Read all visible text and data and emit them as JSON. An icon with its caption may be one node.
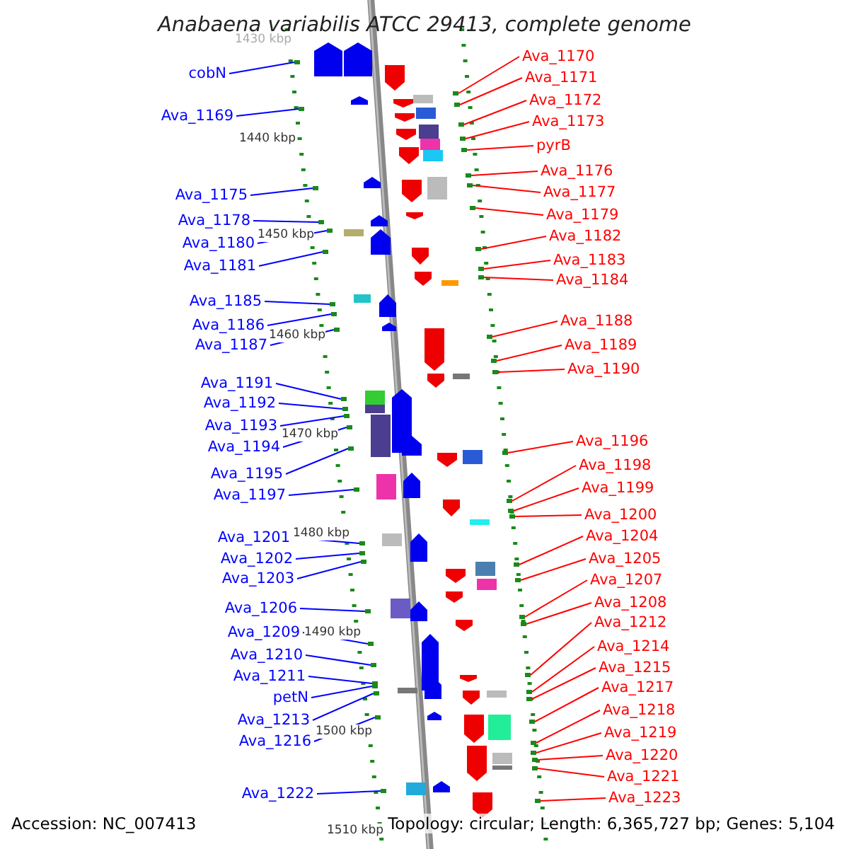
{
  "diagram": {
    "title": "Anabaena variabilis ATCC 29413, complete genome",
    "nodes": [
      {
        "text": [
          "cobN"
        ]
      },
      {
        "text": [
          "Ava_1169"
        ]
      },
      {
        "text": [
          "Ava_1175"
        ]
      },
      {
        "text": [
          "Ava_1178"
        ]
      },
      {
        "text": [
          "Ava_1180"
        ]
      },
      {
        "text": [
          "Ava_1181"
        ]
      },
      {
        "text": [
          "Ava_1185"
        ]
      },
      {
        "text": [
          "Ava_1186"
        ]
      },
      {
        "text": [
          "Ava_1187"
        ]
      },
      {
        "text": [
          "Ava_1191"
        ]
      },
      {
        "text": [
          "Ava_1192"
        ]
      },
      {
        "text": [
          "Ava_1193"
        ]
      },
      {
        "text": [
          "Ava_1194"
        ]
      },
      {
        "text": [
          "Ava_1195"
        ]
      },
      {
        "text": [
          "Ava_1197"
        ]
      },
      {
        "text": [
          "Ava_1201"
        ]
      },
      {
        "text": [
          "Ava_1202"
        ]
      },
      {
        "text": [
          "Ava_1203"
        ]
      },
      {
        "text": [
          "Ava_1206"
        ]
      },
      {
        "text": [
          "Ava_1209"
        ]
      },
      {
        "text": [
          "Ava_1210"
        ]
      },
      {
        "text": [
          "Ava_1211"
        ]
      },
      {
        "text": [
          "petN"
        ]
      },
      {
        "text": [
          "Ava_1213"
        ]
      },
      {
        "text": [
          "Ava_1216"
        ]
      },
      {
        "text": [
          "Ava_1222"
        ]
      },
      {
        "text": [
          "Ava_1170"
        ]
      },
      {
        "text": [
          "Ava_1171"
        ]
      },
      {
        "text": [
          "Ava_1172"
        ]
      },
      {
        "text": [
          "Ava_1173"
        ]
      },
      {
        "text": [
          "pyrB"
        ]
      },
      {
        "text": [
          "Ava_1176"
        ]
      },
      {
        "text": [
          "Ava_1177"
        ]
      },
      {
        "text": [
          "Ava_1179"
        ]
      },
      {
        "text": [
          "Ava_1182"
        ]
      },
      {
        "text": [
          "Ava_1183"
        ]
      },
      {
        "text": [
          "Ava_1184"
        ]
      },
      {
        "text": [
          "Ava_1188"
        ]
      },
      {
        "text": [
          "Ava_1189"
        ]
      },
      {
        "text": [
          "Ava_1190"
        ]
      },
      {
        "text": [
          "Ava_1196"
        ]
      },
      {
        "text": [
          "Ava_1198"
        ]
      },
      {
        "text": [
          "Ava_1199"
        ]
      },
      {
        "text": [
          "Ava_1200"
        ]
      },
      {
        "text": [
          "Ava_1204"
        ]
      },
      {
        "text": [
          "Ava_1205"
        ]
      },
      {
        "text": [
          "Ava_1207"
        ]
      },
      {
        "text": [
          "Ava_1208"
        ]
      },
      {
        "text": [
          "Ava_1212"
        ]
      },
      {
        "text": [
          "Ava_1214"
        ]
      },
      {
        "text": [
          "Ava_1215"
        ]
      },
      {
        "text": [
          "Ava_1217"
        ]
      },
      {
        "text": [
          "Ava_1218"
        ]
      },
      {
        "text": [
          "Ava_1219"
        ]
      },
      {
        "text": [
          "Ava_1220"
        ]
      },
      {
        "text": [
          "Ava_1221"
        ]
      },
      {
        "text": [
          "Ava_1223"
        ]
      },
      {
        "text": [],
        "shape": "dot"
      },
      {
        "text": [],
        "shape": "dot"
      },
      {
        "text": [],
        "shape": "dot"
      },
      {
        "text": [],
        "shape": "dot"
      },
      {
        "text": [],
        "shape": "dot"
      },
      {
        "text": [],
        "shape": "dot"
      },
      {
        "text": [],
        "shape": "dot"
      },
      {
        "text": [],
        "shape": "dot"
      },
      {
        "text": [],
        "shape": "dot"
      },
      {
        "text": [],
        "shape": "dot"
      },
      {
        "text": [],
        "shape": "dot"
      },
      {
        "text": [],
        "shape": "dot"
      },
      {
        "text": [],
        "shape": "dot"
      },
      {
        "text": [],
        "shape": "dot"
      },
      {
        "text": [],
        "shape": "dot"
      },
      {
        "text": [],
        "shape": "dot"
      },
      {
        "text": [],
        "shape": "dot"
      },
      {
        "text": [],
        "shape": "dot"
      },
      {
        "text": [],
        "shape": "dot"
      },
      {
        "text": [],
        "shape": "dot"
      },
      {
        "text": [],
        "shape": "dot"
      },
      {
        "text": [],
        "shape": "dot"
      },
      {
        "text": [],
        "shape": "dot"
      },
      {
        "text": [],
        "shape": "dot"
      },
      {
        "text": [],
        "shape": "dot"
      },
      {
        "text": [],
        "shape": "dot"
      },
      {
        "text": [],
        "shape": "dot"
      },
      {
        "text": [],
        "shape": "dot"
      },
      {
        "text": [],
        "shape": "dot"
      },
      {
        "text": [],
        "shape": "dot"
      },
      {
        "text": [],
        "shape": "dot"
      },
      {
        "text": [],
        "shape": "dot"
      },
      {
        "text": [],
        "shape": "dot"
      },
      {
        "text": [],
        "shape": "dot"
      },
      {
        "text": [],
        "shape": "dot"
      },
      {
        "text": [],
        "shape": "dot"
      },
      {
        "text": [],
        "shape": "dot"
      },
      {
        "text": [],
        "shape": "dot"
      },
      {
        "text": [],
        "shape": "dot"
      },
      {
        "text": [],
        "shape": "dot"
      },
      {
        "text": [],
        "shape": "dot"
      },
      {
        "text": [],
        "shape": "dot"
      },
      {
        "text": [],
        "shape": "dot"
      },
      {
        "text": [],
        "shape": "dot"
      },
      {
        "text": [],
        "shape": "dot"
      },
      {
        "text": [],
        "shape": "dot"
      },
      {
        "text": [],
        "shape": "dot"
      },
      {
        "text": [],
        "shape": "dot"
      },
      {
        "text": [],
        "shape": "dot"
      },
      {
        "text": [],
        "shape": "dot"
      },
      {
        "text": [],
        "shape": "dot"
      },
      {
        "text": [],
        "shape": "dot"
      },
      {
        "text": [],
        "shape": "dot"
      },
      {
        "text": [],
        "shape": "dot"
      },
      {
        "text": [],
        "shape": "dot"
      },
      {
        "text": [],
        "shape": "dot"
      },
      {
        "text": [],
        "shape": "dot"
      }
    ],
    "edges": [
      {
        "from": 0,
        "to": 57,
        "arrow": "none",
        "color": "#0000ff"
      },
      {
        "from": 1,
        "to": 58,
        "arrow": "none",
        "color": "#0000ff"
      },
      {
        "from": 2,
        "to": 59,
        "arrow": "none",
        "color": "#0000ff"
      },
      {
        "from": 3,
        "to": 60,
        "arrow": "none",
        "color": "#0000ff"
      },
      {
        "from": 4,
        "to": 61,
        "arrow": "none",
        "color": "#0000ff"
      },
      {
        "from": 5,
        "to": 62,
        "arrow": "none",
        "color": "#0000ff"
      },
      {
        "from": 6,
        "to": 63,
        "arrow": "none",
        "color": "#0000ff"
      },
      {
        "from": 7,
        "to": 64,
        "arrow": "none",
        "color": "#0000ff"
      },
      {
        "from": 8,
        "to": 65,
        "arrow": "none",
        "color": "#0000ff"
      },
      {
        "from": 9,
        "to": 66,
        "arrow": "none",
        "color": "#0000ff"
      },
      {
        "from": 10,
        "to": 67,
        "arrow": "none",
        "color": "#0000ff"
      },
      {
        "from": 11,
        "to": 68,
        "arrow": "none",
        "color": "#0000ff"
      },
      {
        "from": 12,
        "to": 69,
        "arrow": "none",
        "color": "#0000ff"
      },
      {
        "from": 13,
        "to": 70,
        "arrow": "none",
        "color": "#0000ff"
      },
      {
        "from": 14,
        "to": 71,
        "arrow": "none",
        "color": "#0000ff"
      },
      {
        "from": 15,
        "to": 72,
        "arrow": "none",
        "color": "#0000ff"
      },
      {
        "from": 16,
        "to": 73,
        "arrow": "none",
        "color": "#0000ff"
      },
      {
        "from": 17,
        "to": 74,
        "arrow": "none",
        "color": "#0000ff"
      },
      {
        "from": 18,
        "to": 75,
        "arrow": "none",
        "color": "#0000ff"
      },
      {
        "from": 19,
        "to": 76,
        "arrow": "none",
        "color": "#0000ff"
      },
      {
        "from": 20,
        "to": 77,
        "arrow": "none",
        "color": "#0000ff"
      },
      {
        "from": 21,
        "to": 78,
        "arrow": "none",
        "color": "#0000ff"
      },
      {
        "from": 22,
        "to": 79,
        "arrow": "none",
        "color": "#0000ff"
      },
      {
        "from": 23,
        "to": 80,
        "arrow": "none",
        "color": "#0000ff"
      },
      {
        "from": 24,
        "to": 81,
        "arrow": "none",
        "color": "#0000ff"
      },
      {
        "from": 25,
        "to": 82,
        "arrow": "none",
        "color": "#0000ff"
      },
      {
        "from": 26,
        "to": 83,
        "arrow": "none",
        "color": "#ff0000"
      },
      {
        "from": 27,
        "to": 84,
        "arrow": "none",
        "color": "#ff0000"
      },
      {
        "from": 28,
        "to": 85,
        "arrow": "none",
        "color": "#ff0000"
      },
      {
        "from": 29,
        "to": 86,
        "arrow": "none",
        "color": "#ff0000"
      },
      {
        "from": 30,
        "to": 87,
        "arrow": "none",
        "color": "#ff0000"
      },
      {
        "from": 31,
        "to": 88,
        "arrow": "none",
        "color": "#ff0000"
      },
      {
        "from": 32,
        "to": 89,
        "arrow": "none",
        "color": "#ff0000"
      },
      {
        "from": 33,
        "to": 90,
        "arrow": "none",
        "color": "#ff0000"
      },
      {
        "from": 34,
        "to": 91,
        "arrow": "none",
        "color": "#ff0000"
      },
      {
        "from": 35,
        "to": 92,
        "arrow": "none",
        "color": "#ff0000"
      },
      {
        "from": 36,
        "to": 93,
        "arrow": "none",
        "color": "#ff0000"
      },
      {
        "from": 37,
        "to": 94,
        "arrow": "none",
        "color": "#ff0000"
      },
      {
        "from": 38,
        "to": 95,
        "arrow": "none",
        "color": "#ff0000"
      },
      {
        "from": 39,
        "to": 96,
        "arrow": "none",
        "color": "#ff0000"
      },
      {
        "from": 40,
        "to": 97,
        "arrow": "none",
        "color": "#ff0000"
      },
      {
        "from": 41,
        "to": 98,
        "arrow": "none",
        "color": "#ff0000"
      },
      {
        "from": 42,
        "to": 99,
        "arrow": "none",
        "color": "#ff0000"
      },
      {
        "from": 43,
        "to": 100,
        "arrow": "none",
        "color": "#ff0000"
      },
      {
        "from": 44,
        "to": 101,
        "arrow": "none",
        "color": "#ff0000"
      },
      {
        "from": 45,
        "to": 102,
        "arrow": "none",
        "color": "#ff0000"
      },
      {
        "from": 46,
        "to": 103,
        "arrow": "none",
        "color": "#ff0000"
      },
      {
        "from": 47,
        "to": 104,
        "arrow": "none",
        "color": "#ff0000"
      },
      {
        "from": 48,
        "to": 105,
        "arrow": "none",
        "color": "#ff0000"
      },
      {
        "from": 49,
        "to": 106,
        "arrow": "none",
        "color": "#ff0000"
      },
      {
        "from": 50,
        "to": 107,
        "arrow": "none",
        "color": "#ff0000"
      },
      {
        "from": 51,
        "to": 108,
        "arrow": "none",
        "color": "#ff0000"
      },
      {
        "from": 52,
        "to": 109,
        "arrow": "none",
        "color": "#ff0000"
      },
      {
        "from": 53,
        "to": 110,
        "arrow": "none",
        "color": "#ff0000"
      },
      {
        "from": 54,
        "to": 111,
        "arrow": "none",
        "color": "#ff0000"
      },
      {
        "from": 55,
        "to": 112,
        "arrow": "none",
        "color": "#ff0000"
      },
      {
        "from": 56,
        "to": 113,
        "arrow": "none",
        "color": "#ff0000"
      }
    ],
    "labels": [
      "1430 kbp",
      "1440 kbp",
      "1450 kbp",
      "1460 kbp",
      "1470 kbp",
      "1480 kbp",
      "1490 kbp",
      "1500 kbp",
      "1510 kbp",
      "Accession: NC_007413",
      "Topology: circular; Length: 6,365,727 bp; Genes: 5,104"
    ]
  }
}
